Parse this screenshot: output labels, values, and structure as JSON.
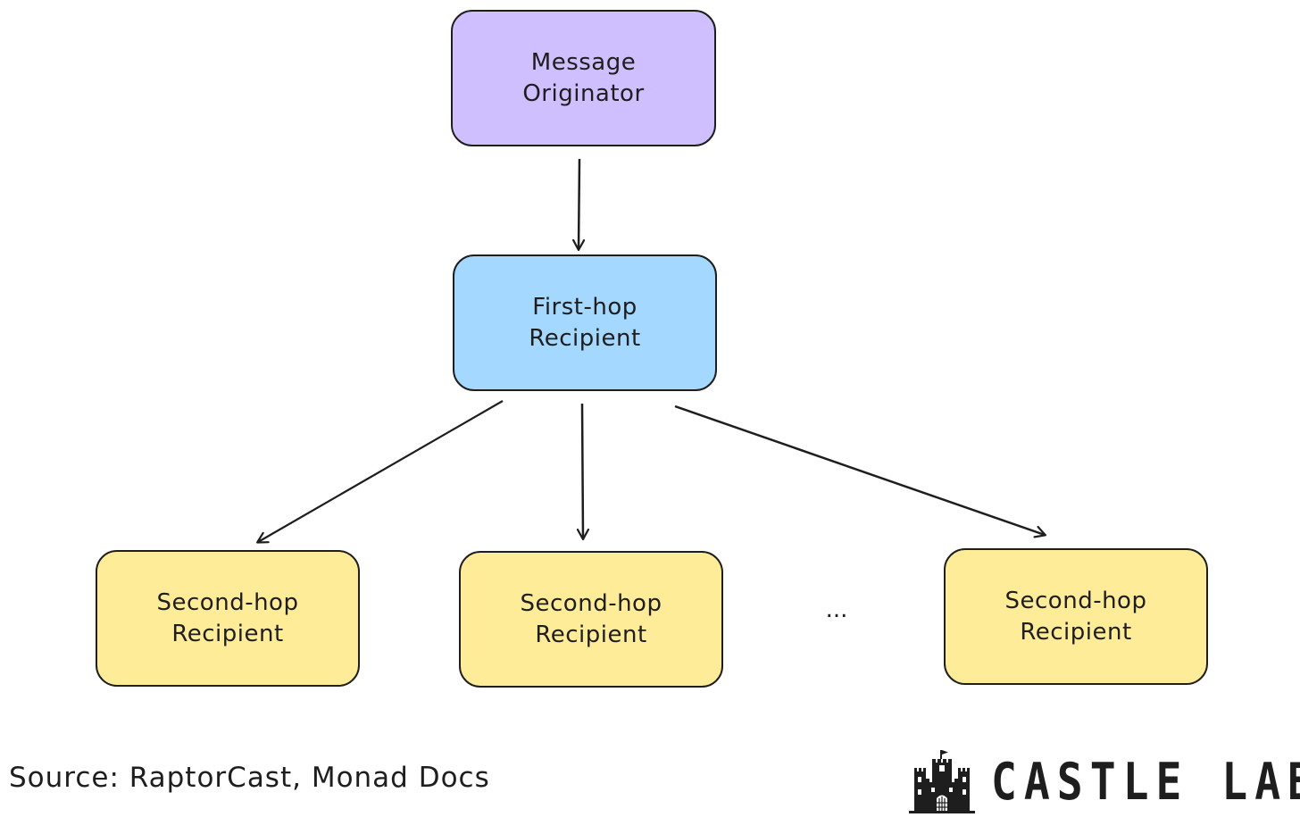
{
  "diagram": {
    "nodes": {
      "originator": {
        "label": "Message\nOriginator",
        "fill": "#d0bfff"
      },
      "first_hop": {
        "label": "First-hop\nRecipient",
        "fill": "#a5d8ff"
      },
      "second_hop_1": {
        "label": "Second-hop\nRecipient",
        "fill": "#ffec99"
      },
      "second_hop_2": {
        "label": "Second-hop\nRecipient",
        "fill": "#ffec99"
      },
      "second_hop_3": {
        "label": "Second-hop\nRecipient",
        "fill": "#ffec99"
      }
    },
    "edges": [
      {
        "from": "originator",
        "to": "first_hop"
      },
      {
        "from": "first_hop",
        "to": "second_hop_1"
      },
      {
        "from": "first_hop",
        "to": "second_hop_2"
      },
      {
        "from": "first_hop",
        "to": "second_hop_3"
      }
    ],
    "ellipsis": "...",
    "stroke_color": "#1e1e1e"
  },
  "footer": {
    "source": "Source: RaptorCast, Monad Docs",
    "brand_name": "CASTLE LABS",
    "brand_logo_icon": "castle-icon"
  }
}
